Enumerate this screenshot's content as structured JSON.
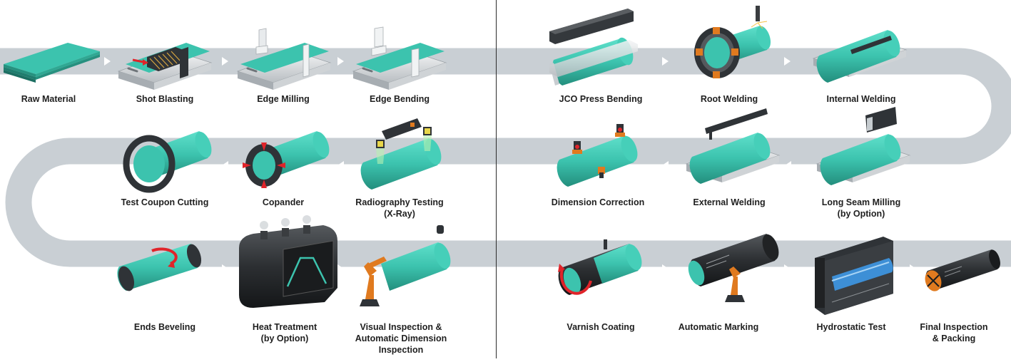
{
  "colors": {
    "track": "#c9cfd4",
    "pipe": "#3cc3ae",
    "pipe_dark": "#2a9a88",
    "steel": "#2f3337",
    "orange": "#e07a1f",
    "red": "#e0242a"
  },
  "steps": [
    {
      "id": "raw-material",
      "label": "Raw Material",
      "icon": "plate-stack-icon"
    },
    {
      "id": "shot-blasting",
      "label": "Shot Blasting",
      "icon": "shot-blasting-machine-icon"
    },
    {
      "id": "edge-milling",
      "label": "Edge Milling",
      "icon": "edge-milling-machine-icon"
    },
    {
      "id": "edge-bending",
      "label": "Edge Bending",
      "icon": "edge-bending-machine-icon"
    },
    {
      "id": "jco-press-bending",
      "label": "JCO Press Bending",
      "icon": "press-bending-icon"
    },
    {
      "id": "root-welding",
      "label": "Root Welding",
      "icon": "root-welding-icon"
    },
    {
      "id": "internal-welding",
      "label": "Internal Welding",
      "icon": "internal-welding-icon"
    },
    {
      "id": "long-seam-milling",
      "label": "Long Seam Milling\n(by Option)",
      "icon": "seam-milling-icon"
    },
    {
      "id": "external-welding",
      "label": "External Welding",
      "icon": "external-welding-icon"
    },
    {
      "id": "dimension-correction",
      "label": "Dimension Correction",
      "icon": "dimension-correction-icon"
    },
    {
      "id": "radiography-testing",
      "label": "Radiography Testing\n(X-Ray)",
      "icon": "x-ray-icon"
    },
    {
      "id": "copander",
      "label": "Copander",
      "icon": "copander-icon"
    },
    {
      "id": "test-coupon-cutting",
      "label": "Test Coupon Cutting",
      "icon": "coupon-cutting-icon"
    },
    {
      "id": "ends-beveling",
      "label": "Ends Beveling",
      "icon": "beveling-icon"
    },
    {
      "id": "heat-treatment",
      "label": "Heat Treatment\n(by Option)",
      "icon": "heat-treatment-furnace-icon"
    },
    {
      "id": "visual-inspection",
      "label": "Visual Inspection &\nAutomatic Dimension\nInspection",
      "icon": "inspection-robot-icon"
    },
    {
      "id": "varnish-coating",
      "label": "Varnish Coating",
      "icon": "varnish-coating-icon"
    },
    {
      "id": "automatic-marking",
      "label": "Automatic Marking",
      "icon": "marking-robot-icon"
    },
    {
      "id": "hydrostatic-test",
      "label": "Hydrostatic Test",
      "icon": "hydrostatic-test-icon"
    },
    {
      "id": "final-inspection",
      "label": "Final Inspection\n& Packing",
      "icon": "final-pipe-icon"
    }
  ]
}
